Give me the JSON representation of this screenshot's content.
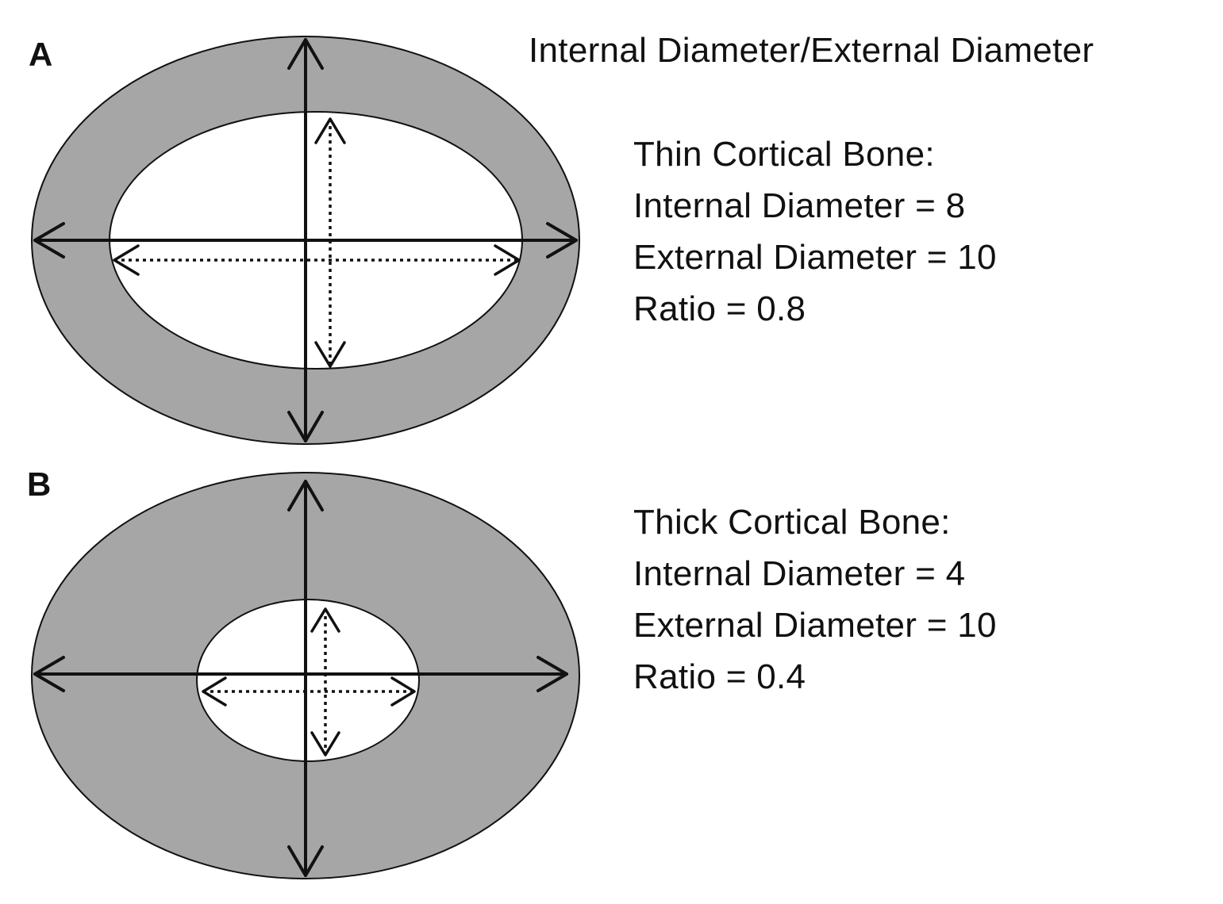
{
  "heading": "Internal Diameter/External Diameter",
  "colors": {
    "cortex": "#a6a6a6",
    "outline": "#111111",
    "marrow": "#ffffff"
  },
  "panels": [
    {
      "letter": "A",
      "title": "Thin Cortical Bone:",
      "internal_label": "Internal Diameter = 8",
      "external_label": "External Diameter = 10",
      "ratio_label": "Ratio = 0.8",
      "internal_diameter": 8,
      "external_diameter": 10,
      "ratio": 0.8
    },
    {
      "letter": "B",
      "title": "Thick Cortical Bone:",
      "internal_label": "Internal Diameter = 4",
      "external_label": "External Diameter = 10",
      "ratio_label": "Ratio = 0.4",
      "internal_diameter": 4,
      "external_diameter": 10,
      "ratio": 0.4
    }
  ]
}
